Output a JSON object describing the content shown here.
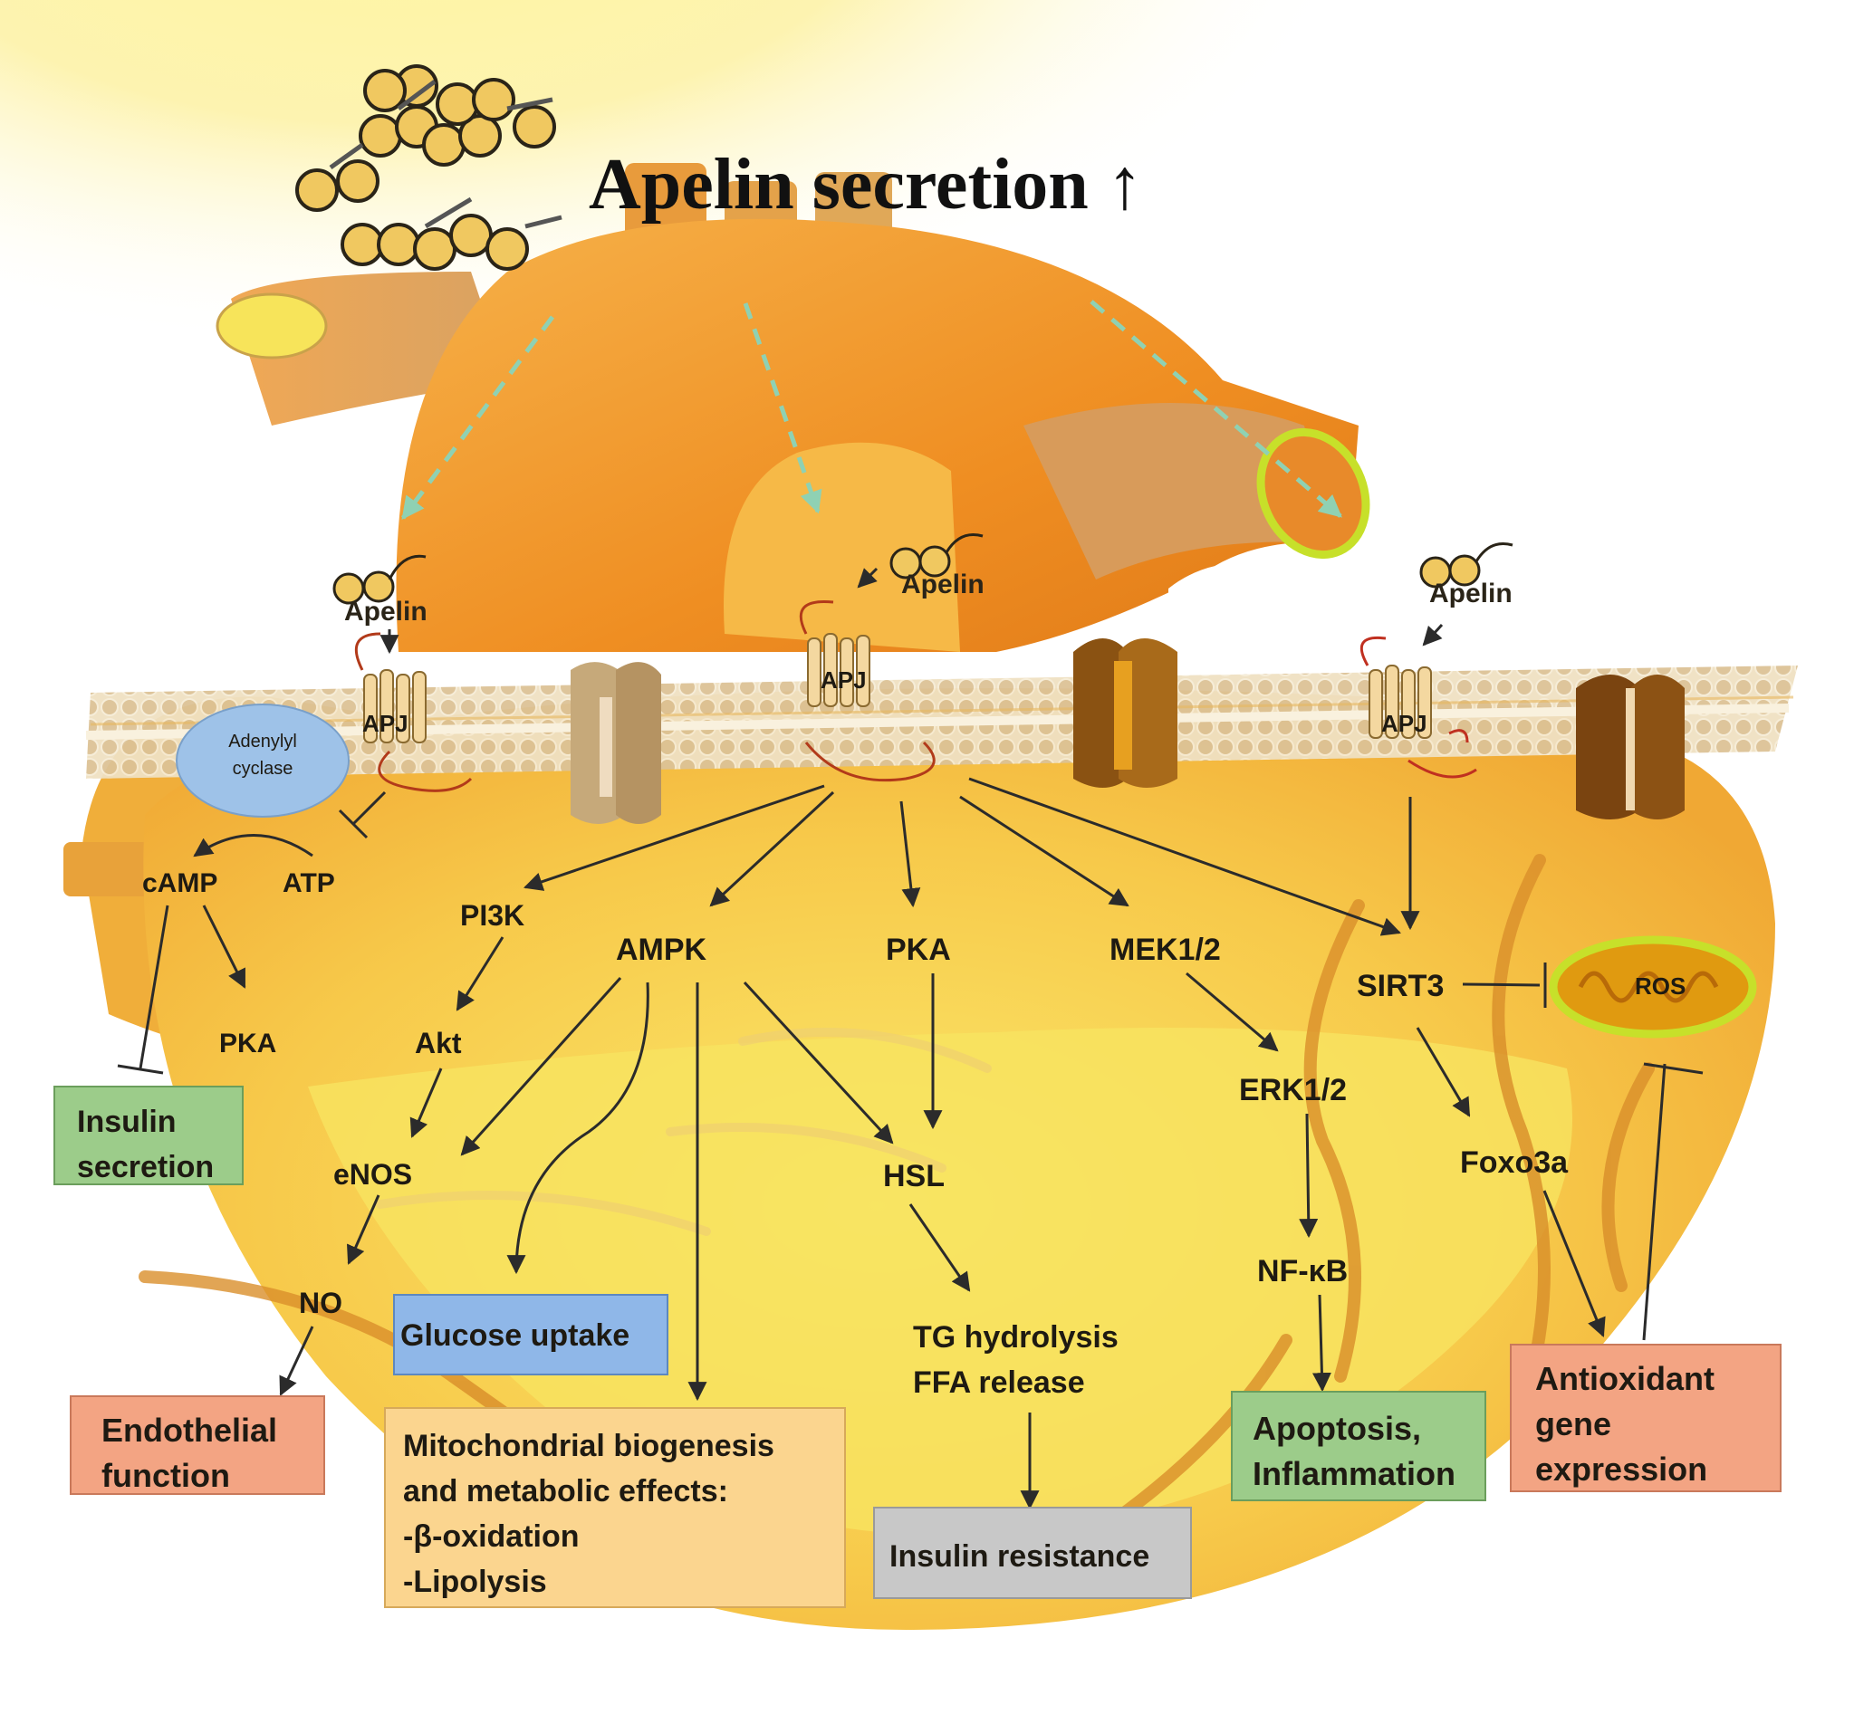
{
  "title": "Apelin secretion ↑",
  "apelin_labels": [
    "Apelin",
    "Apelin",
    "Apelin"
  ],
  "receptor_labels": [
    "APJ",
    "APJ",
    "APJ"
  ],
  "adenylyl_cyclase": [
    "Adenylyl",
    "cyclase"
  ],
  "nodes": {
    "camp": "cAMP",
    "atp": "ATP",
    "pka_left": "PKA",
    "pi3k": "PI3K",
    "akt": "Akt",
    "enos": "eNOS",
    "no": "NO",
    "ampk": "AMPK",
    "pka_mid": "PKA",
    "hsl": "HSL",
    "tg_hydrolysis": "TG hydrolysis",
    "ffa_release": "FFA release",
    "mek": "MEK1/2",
    "erk": "ERK1/2",
    "nfkb": "NF-κB",
    "sirt3": "SIRT3",
    "ros": "ROS",
    "foxo3a": "Foxo3a"
  },
  "outcomes": {
    "insulin_secretion": [
      "Insulin",
      "secretion"
    ],
    "endothelial_function": [
      "Endothelial",
      "function"
    ],
    "glucose_uptake": "Glucose uptake",
    "mito_biogenesis": [
      "Mitochondrial biogenesis",
      "and metabolic effects:",
      "-β-oxidation",
      "-Lipolysis"
    ],
    "insulin_resistance": "Insulin resistance",
    "apoptosis_inflammation": [
      "Apoptosis,",
      "Inflammation"
    ],
    "antioxidant_expression": [
      "Antioxidant",
      "gene",
      "expression"
    ]
  },
  "colors": {
    "heart_orange": "#f29d2e",
    "heart_yellow": "#f9e25a",
    "membrane": "#e6d2ad",
    "box_green": "#9ccc8a",
    "box_blue": "#8fb7e8",
    "box_salmon": "#f3a483",
    "box_cream": "#fbd58f",
    "box_gray": "#c8c8c8",
    "dashed_arrow": "#8fd1b3"
  }
}
